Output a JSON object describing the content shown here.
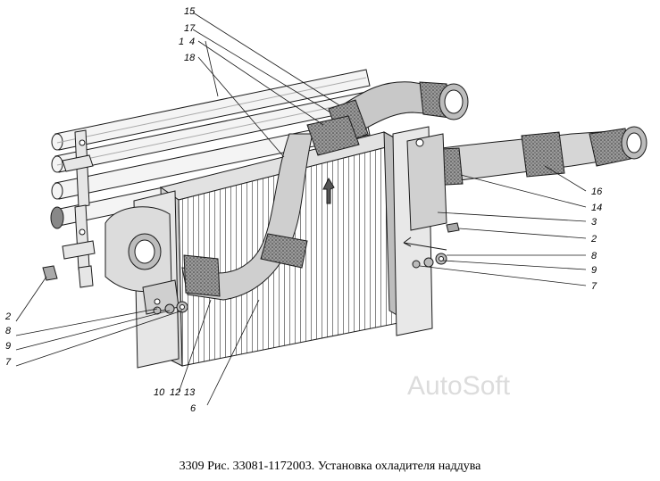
{
  "caption": "3309 Рис. 33081-1172003. Установка охладителя наддува",
  "watermark": "AutoSoft",
  "labels": {
    "l15": "15",
    "l17": "17",
    "l1": "1",
    "l4": "4",
    "l18": "18",
    "l16": "16",
    "l14": "14",
    "l3r": "3",
    "l2r": "2",
    "l8r": "8",
    "l9r": "9",
    "l7r": "7",
    "l2l": "2",
    "l8l": "8",
    "l9l": "9",
    "l7l": "7",
    "l10": "10",
    "l12": "12",
    "l13": "13",
    "l6": "6"
  },
  "colors": {
    "line": "#1a1a1a",
    "shade": "#8a8a8a",
    "light": "#d9d9d9",
    "watermark": "#dcdcdc"
  }
}
